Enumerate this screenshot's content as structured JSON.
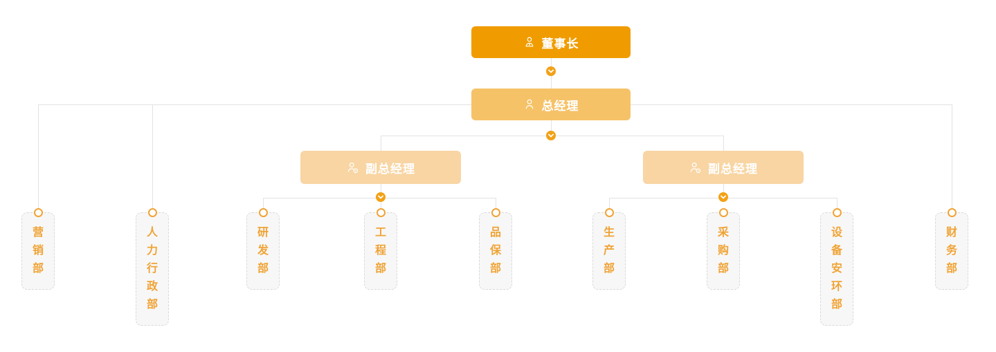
{
  "org": {
    "chairman": {
      "label": "董事长",
      "icon": "user-tie-icon"
    },
    "general_manager": {
      "label": "总经理",
      "icon": "user-icon"
    },
    "deputies": [
      {
        "label": "副总经理",
        "icon": "user-badge-icon"
      },
      {
        "label": "副总经理",
        "icon": "user-badge-icon"
      }
    ],
    "departments": [
      {
        "label": "营销部"
      },
      {
        "label": "人力行政部"
      },
      {
        "label": "研发部"
      },
      {
        "label": "工程部"
      },
      {
        "label": "品保部"
      },
      {
        "label": "生产部"
      },
      {
        "label": "采购部"
      },
      {
        "label": "设备安环部"
      },
      {
        "label": "财务部"
      }
    ]
  },
  "colors": {
    "chairman_bg": "#f09c00",
    "general_manager_bg": "#f6c268",
    "deputy_bg": "#f8d5a3",
    "department_text": "#f0a335",
    "department_bg": "#f7f7f7",
    "department_border": "#d9d9d9",
    "connector_line": "#e2e2e2",
    "collapse_dot": "#f2a116",
    "node_text": "#ffffff"
  }
}
